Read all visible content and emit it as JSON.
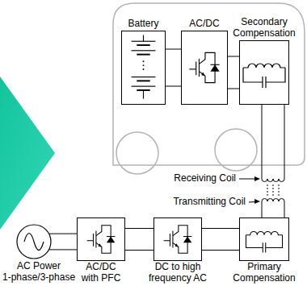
{
  "diagram": {
    "nodes": [
      {
        "text": [
          "Battery"
        ]
      },
      {
        "text": [
          "AC/DC"
        ]
      },
      {
        "text": [
          "Secondary Compensation"
        ]
      },
      {
        "text": [
          "AC Power",
          "1-phase/3-phase"
        ]
      },
      {
        "text": [
          "AC/DC with PFC"
        ]
      },
      {
        "text": [
          "DC to high frequency AC"
        ]
      },
      {
        "text": [
          "Primary Compensation"
        ]
      }
    ],
    "edges": [
      {
        "from": 0,
        "to": 1,
        "arrow": "none"
      },
      {
        "from": 1,
        "to": 2,
        "arrow": "none"
      },
      {
        "from": 3,
        "to": 4,
        "arrow": "none"
      },
      {
        "from": 4,
        "to": 5,
        "arrow": "none"
      },
      {
        "from": 5,
        "to": 6,
        "arrow": "none"
      }
    ],
    "labels": [
      "Receiving Coil",
      "Transmitting Coil"
    ]
  }
}
